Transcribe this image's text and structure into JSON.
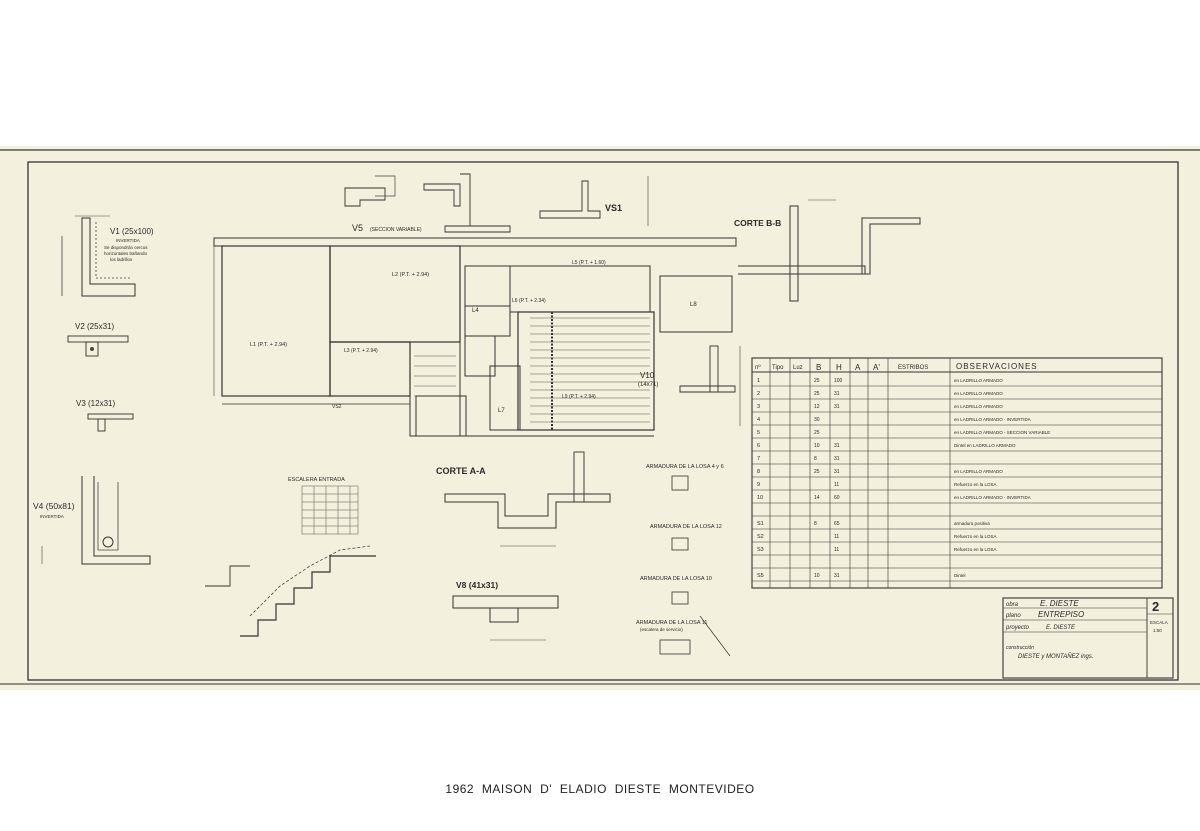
{
  "caption": "1962  MAISON  D' ELADIO  DIESTE   MONTEVIDEO",
  "details": {
    "v1": "V1 (25x100)",
    "v1_note1": "INVERTIDA",
    "v1_note2": "Se dispondrán cercos",
    "v1_note3": "horizontales bañando",
    "v1_note4": "los ladrillos",
    "v2": "V2 (25x31)",
    "v3": "V3 (12x31)",
    "v4": "V4 (50x81)",
    "v4_note": "INVERTIDA",
    "v5": "V5",
    "v5_note": "(SECCION VARIABLE)",
    "vs1": "VS1",
    "v8": "V8 (41x31)",
    "v10": "V10",
    "v10_size": "(14x71)",
    "corte_aa": "CORTE A-A",
    "corte_bb": "CORTE B-B",
    "escalera": "ESCALERA ENTRADA",
    "losa_46": "ARMADURA DE LA LOSA 4 y 6",
    "losa_12": "ARMADURA DE LA LOSA 12",
    "losa_10": "ARMADURA DE LA LOSA 10",
    "losa_11": "ARMADURA DE LA LOSA 11",
    "losa_11_note": "(escalera de servicio)"
  },
  "plan_labels": {
    "l1": "L1 (P.T. + 2.94)",
    "l2": "L2 (P.T. + 2.94)",
    "l3": "L3 (P.T. + 2.94)",
    "l4": "L4",
    "l5": "L5 (P.T. + 1.60)",
    "l6": "L6 (P.T. + 2.34)",
    "l7": "L7",
    "l8": "L8",
    "l9": "L9 (P.T. + 2.94)",
    "vs2": "VS2"
  },
  "schedule": {
    "headers": [
      "nº",
      "Tipo",
      "Luz",
      "B",
      "H",
      "A",
      "A'",
      "ESTRIBOS",
      "OBSERVACIONES"
    ],
    "rows": [
      {
        "n": "1",
        "b": "25",
        "h": "100",
        "obs": "en LADRILLO ARMADO"
      },
      {
        "n": "2",
        "b": "25",
        "h": "31",
        "obs": "en LADRILLO ARMADO"
      },
      {
        "n": "3",
        "b": "12",
        "h": "31",
        "obs": "en LADRILLO ARMADO"
      },
      {
        "n": "4",
        "b": "30",
        "h": "",
        "obs": "en LADRILLO ARMADO - INVERTIDA"
      },
      {
        "n": "5",
        "b": "25",
        "h": "",
        "obs": "en LADRILLO ARMADO - SECCION VARIABLE"
      },
      {
        "n": "6",
        "b": "10",
        "h": "31",
        "obs": "Dintel en LADRILLO ARMADO"
      },
      {
        "n": "7",
        "b": "8",
        "h": "31",
        "obs": ""
      },
      {
        "n": "8",
        "b": "25",
        "h": "31",
        "obs": "en LADRILLO ARMADO"
      },
      {
        "n": "9",
        "b": "",
        "h": "11",
        "obs": "Refuerzo en la LOSA"
      },
      {
        "n": "10",
        "b": "14",
        "h": "60",
        "obs": "en LADRILLO ARMADO - INVERTIDA"
      },
      {
        "n": "",
        "b": "",
        "h": "",
        "obs": ""
      },
      {
        "n": "S1",
        "b": "8",
        "h": "65",
        "obs": "armadura positiva"
      },
      {
        "n": "S2",
        "b": "",
        "h": "11",
        "obs": "Refuerzo en la LOSA"
      },
      {
        "n": "S3",
        "b": "",
        "h": "11",
        "obs": "Refuerzo en la LOSA"
      },
      {
        "n": "",
        "b": "",
        "h": "",
        "obs": ""
      },
      {
        "n": "S5",
        "b": "10",
        "h": "31",
        "obs": "Dintel"
      }
    ]
  },
  "title_block": {
    "obra_label": "obra",
    "obra": "E. DIESTE",
    "plano_label": "plano",
    "plano": "ENTREPISO",
    "proyecto_label": "proyecto",
    "proyecto": "E. DIESTE",
    "construccion_label": "construcción",
    "construccion": "DIESTE y MONTAÑEZ ings.",
    "sheet_no": "2",
    "escala_label": "ESCALA",
    "escala": "1:50"
  }
}
